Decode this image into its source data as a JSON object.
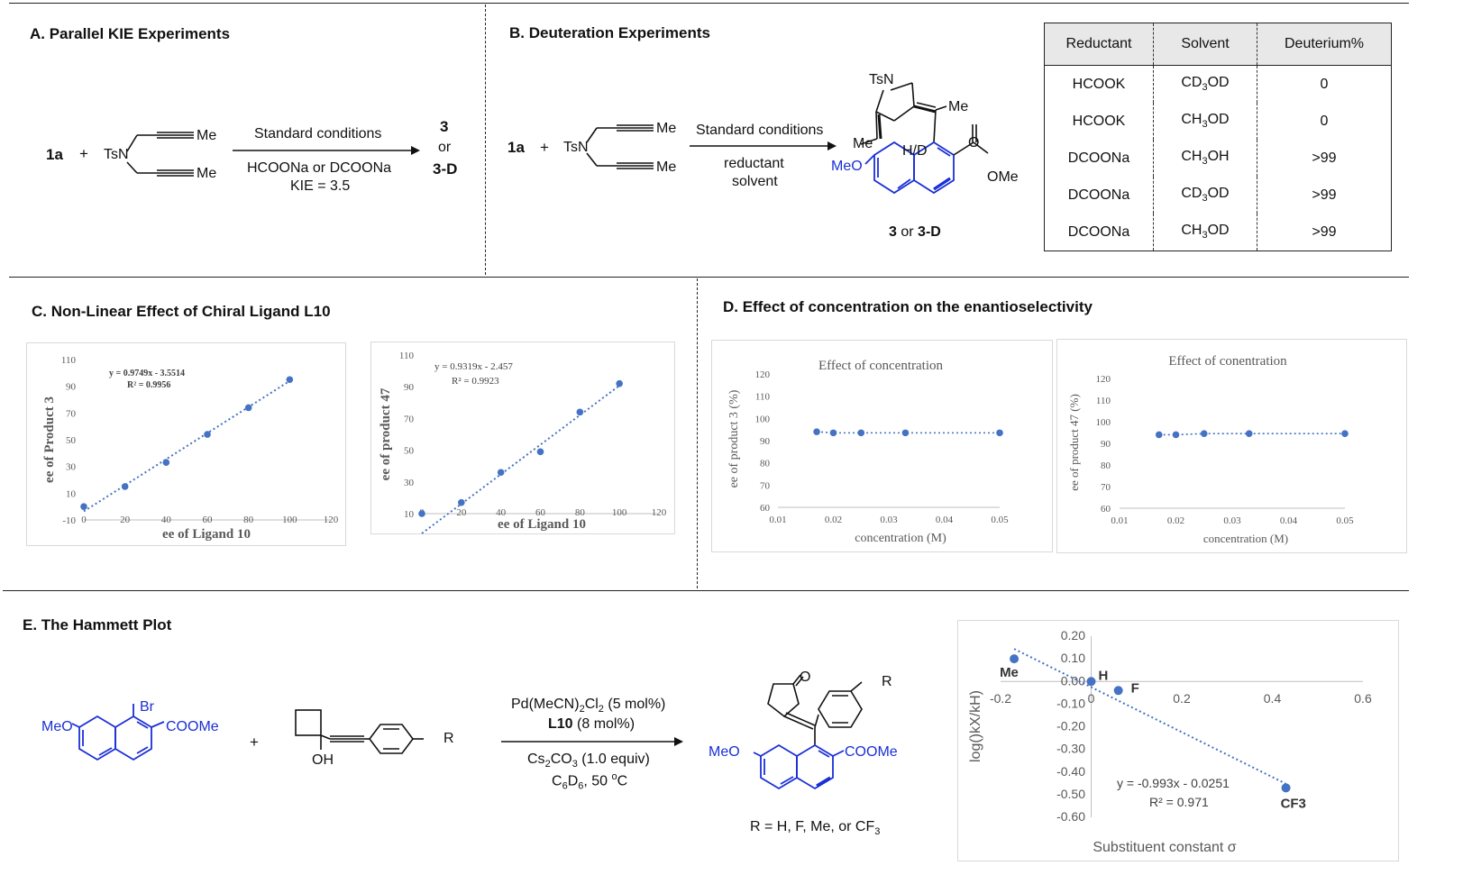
{
  "sections": {
    "A": "A. Parallel KIE Experiments",
    "B": "B. Deuteration Experiments",
    "C": "C. Non-Linear Effect of Chiral Ligand L10",
    "D": "D. Effect of concentration on the enantioselectivity",
    "E": "E. The Hammett Plot"
  },
  "schemeA": {
    "sm": "1a",
    "plus": "+",
    "tsn": "TsN",
    "me1": "Me",
    "me2": "Me",
    "cond_top": "Standard conditions",
    "cond_bot1": "HCOONa or DCOONa",
    "cond_bot2": "KIE = 3.5",
    "prod1": "3",
    "prod_or": "or",
    "prod2": "3-D"
  },
  "schemeB": {
    "sm": "1a",
    "plus": "+",
    "tsn": "TsN",
    "me1": "Me",
    "me2": "Me",
    "cond_top": "Standard conditions",
    "cond_bot1": "reductant",
    "cond_bot2": "solvent",
    "p_tsn": "TsN",
    "p_me1": "Me",
    "p_me2": "Me",
    "p_hd": "H/D",
    "p_o": "O",
    "p_ome": "OMe",
    "p_meo": "MeO",
    "p_label_a": "3",
    "p_label_or": "or",
    "p_label_b": "3-D"
  },
  "table": {
    "headers": [
      "Reductant",
      "Solvent",
      "Deuterium%"
    ],
    "rows": [
      [
        "HCOOK",
        "CD3OD",
        "0"
      ],
      [
        "HCOOK",
        "CH3OD",
        "0"
      ],
      [
        "DCOONa",
        "CH3OH",
        ">99"
      ],
      [
        "DCOONa",
        "CD3OD",
        ">99"
      ],
      [
        "DCOONa",
        "CH3OD",
        ">99"
      ]
    ]
  },
  "schemeE": {
    "meo1": "MeO",
    "br": "Br",
    "cooMe1": "COOMe",
    "plus": "+",
    "oh": "OH",
    "r1": "R",
    "cond1": "Pd(MeCN)2Cl2 (5 mol%)",
    "cond2": "L10",
    "cond2b": " (8 mol%)",
    "cond3": "Cs2CO3 (1.0 equiv)",
    "cond4": "C6D6, 50 oC",
    "p_o": "O",
    "p_r": "R",
    "p_meo": "MeO",
    "p_cooMe": "COOMe",
    "r_def": "R = H, F, Me, or CF3"
  },
  "chart_data": [
    {
      "type": "scatter",
      "title": "",
      "xlabel": "ee of Ligand 10",
      "ylabel": "ee of Product 3",
      "xlim": [
        0,
        120
      ],
      "ylim": [
        -10,
        110
      ],
      "xticks": [
        "0",
        "20",
        "40",
        "60",
        "80",
        "100",
        "120"
      ],
      "yticks": [
        "-10",
        "10",
        "30",
        "50",
        "70",
        "90",
        "110"
      ],
      "x": [
        0,
        20,
        40,
        60,
        80,
        100
      ],
      "y": [
        0,
        15,
        33,
        54,
        74,
        95
      ],
      "trendline": {
        "slope": 0.9749,
        "intercept": -3.5514
      },
      "equation": "y = 0.9749x - 3.5514",
      "r2": "R² = 0.9956",
      "grid": false
    },
    {
      "type": "scatter",
      "title": "",
      "xlabel": "ee of Ligand 10",
      "ylabel": "ee of product 47",
      "xlim": [
        0,
        120
      ],
      "ylim": [
        10,
        110
      ],
      "xticks": [
        "0",
        "20",
        "40",
        "60",
        "80",
        "100",
        "120"
      ],
      "yticks": [
        "10",
        "30",
        "50",
        "70",
        "90",
        "110"
      ],
      "x": [
        0,
        20,
        40,
        60,
        80,
        100
      ],
      "y": [
        10,
        17,
        36,
        49,
        74,
        92
      ],
      "trendline": {
        "slope": 0.9319,
        "intercept": -2.457
      },
      "equation": "y = 0.9319x - 2.457",
      "r2": "R² = 0.9923",
      "grid": false
    },
    {
      "type": "line",
      "title": "Effect of concentration",
      "xlabel": "concentration (M)",
      "ylabel": "ee of product 3 (%)",
      "xlim": [
        0.01,
        0.05
      ],
      "ylim": [
        60,
        120
      ],
      "xticks": [
        "0.01",
        "0.02",
        "0.03",
        "0.04",
        "0.05"
      ],
      "yticks": [
        "60",
        "70",
        "80",
        "90",
        "100",
        "110",
        "120"
      ],
      "x": [
        0.017,
        0.02,
        0.025,
        0.033,
        0.05
      ],
      "y": [
        94,
        93.5,
        93.5,
        93.5,
        93.5
      ],
      "grid": false
    },
    {
      "type": "line",
      "title": "Effect of conentration",
      "xlabel": "concentration (M)",
      "ylabel": "ee of product 47 (%)",
      "xlim": [
        0.01,
        0.05
      ],
      "ylim": [
        60,
        120
      ],
      "xticks": [
        "0.01",
        "0.02",
        "0.03",
        "0.04",
        "0.05"
      ],
      "yticks": [
        "60",
        "70",
        "80",
        "90",
        "100",
        "110",
        "120"
      ],
      "x": [
        0.017,
        0.02,
        0.025,
        0.033,
        0.05
      ],
      "y": [
        94,
        94,
        94.5,
        94.5,
        94.5
      ],
      "grid": false
    },
    {
      "type": "scatter",
      "title": "",
      "xlabel": "Substituent constant σ",
      "ylabel": "log()kX/kH)",
      "xlim": [
        -0.2,
        0.6
      ],
      "ylim": [
        -0.6,
        0.2
      ],
      "xticks": [
        "-0.2",
        "0",
        "0.2",
        "0.4",
        "0.6"
      ],
      "yticks": [
        "0.20",
        "0.10",
        "0.00",
        "-0.10",
        "-0.20",
        "-0.30",
        "-0.40",
        "-0.50",
        "-0.60"
      ],
      "x": [
        -0.17,
        0,
        0.06,
        0.43
      ],
      "y": [
        0.1,
        0,
        -0.04,
        -0.47
      ],
      "point_labels": [
        "Me",
        "H",
        "F",
        "CF3"
      ],
      "trendline": {
        "slope": -0.993,
        "intercept": -0.0251
      },
      "equation": "y = -0.993x - 0.0251",
      "r2": "R² = 0.971",
      "grid": false
    }
  ]
}
